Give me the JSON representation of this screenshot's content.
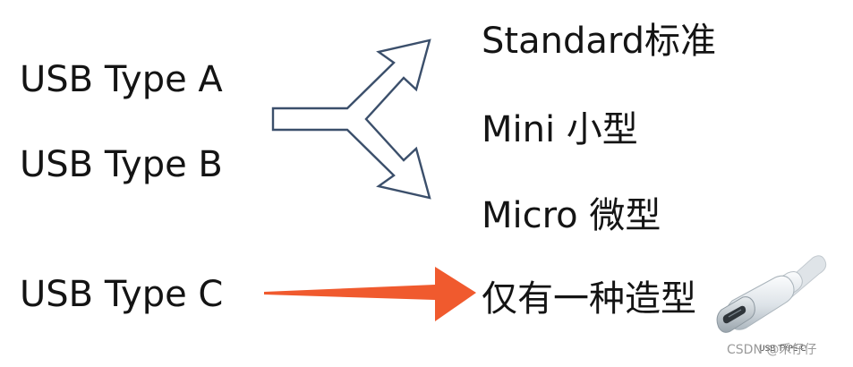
{
  "left_labels": [
    "USB Type A",
    "USB Type B",
    "USB Type C"
  ],
  "right_labels": [
    "Standard标准",
    "Mini 小型",
    "Micro 微型",
    "仅有一种造型"
  ],
  "plug_caption": "USB TYPE C",
  "watermark": "CSDN @禾仔仔",
  "colors": {
    "split_arrow_stroke": "#3b4f6b",
    "red_arrow": "#f05a2e",
    "text": "#141414",
    "watermark": "#9a9a9a"
  }
}
